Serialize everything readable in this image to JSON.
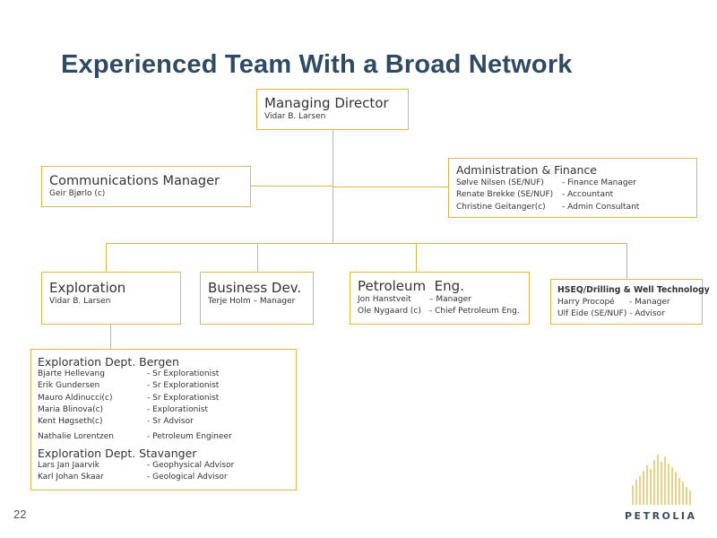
{
  "title": "Experienced Team With a Broad Network",
  "page_number": "22",
  "logo": {
    "name": "PETROLIA",
    "color": "#e3b544"
  },
  "accent_color": "#e3b544",
  "md": {
    "title": "Managing Director",
    "name": "Vidar B. Larsen"
  },
  "comm": {
    "title": "Communications Manager",
    "name": "Geir Bjørlo (c)"
  },
  "admin": {
    "title": "Administration & Finance",
    "rows": [
      {
        "name": "Sølve Nilsen (SE/NUF)",
        "role": "- Finance Manager"
      },
      {
        "name": "Renate Brekke (SE/NUF)",
        "role": "- Accountant"
      },
      {
        "name": "Christine Geitanger(c)",
        "role": "- Admin Consultant"
      }
    ]
  },
  "exploration": {
    "title": "Exploration",
    "name": "Vidar B. Larsen"
  },
  "bizdev": {
    "title": "Business Dev.",
    "name": "Terje Holm – Manager"
  },
  "petroleum": {
    "title": "Petroleum  Eng.",
    "rows": [
      {
        "name": "Jon Hanstveit",
        "role": "– Manager"
      },
      {
        "name": "Ole Nygaard (c)",
        "role": "-  Chief Petroleum Eng."
      }
    ]
  },
  "hseq": {
    "title": "HSEQ/Drilling & Well Technology",
    "rows": [
      {
        "name": "Harry Procopé",
        "role": "- Manager"
      },
      {
        "name": "Ulf Eide (SE/NUF) - Advisor",
        "role": ""
      }
    ]
  },
  "dept": {
    "bergen_title": "Exploration Dept. Bergen",
    "bergen_rows": [
      {
        "name": "Bjarte Hellevang",
        "role": "- Sr Explorationist"
      },
      {
        "name": "Erik Gundersen",
        "role": "- Sr Explorationist"
      },
      {
        "name": "Mauro Aldinucci(c)",
        "role": "- Sr Explorationist"
      },
      {
        "name": "Maria Blinova(c)",
        "role": "- Explorationist"
      },
      {
        "name": "Kent Høgseth(c)",
        "role": "- Sr Advisor"
      },
      {
        "name": "Nathalie Lorentzen",
        "role": "- Petroleum Engineer"
      }
    ],
    "stavanger_title": "Exploration Dept. Stavanger",
    "stavanger_rows": [
      {
        "name": "Lars Jan Jaarvik",
        "role": "- Geophysical Advisor"
      },
      {
        "name": "Karl Johan Skaar",
        "role": "- Geological Advisor"
      }
    ]
  }
}
